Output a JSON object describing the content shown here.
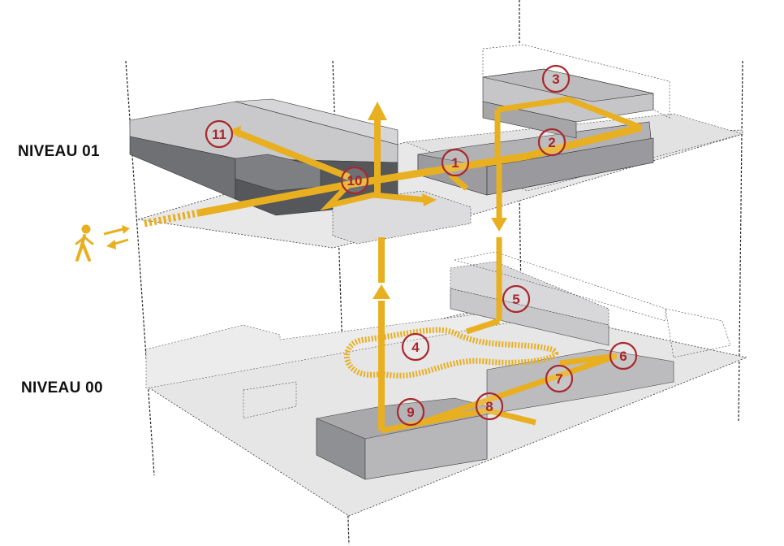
{
  "levels": {
    "upper": "NIVEAU 01",
    "lower": "NIVEAU 00"
  },
  "markers": [
    "1",
    "2",
    "3",
    "4",
    "5",
    "6",
    "7",
    "8",
    "9",
    "10",
    "11"
  ],
  "colors": {
    "route": "#e8b020",
    "marker": "#a8282c",
    "slab": "#e4e4e4",
    "volume_light": "#c4c4c6",
    "volume_dark": "#6e7074",
    "line": "#222222"
  },
  "icons": [
    "pedestrian-icon",
    "entry-arrow-icon",
    "exit-arrow-icon"
  ]
}
